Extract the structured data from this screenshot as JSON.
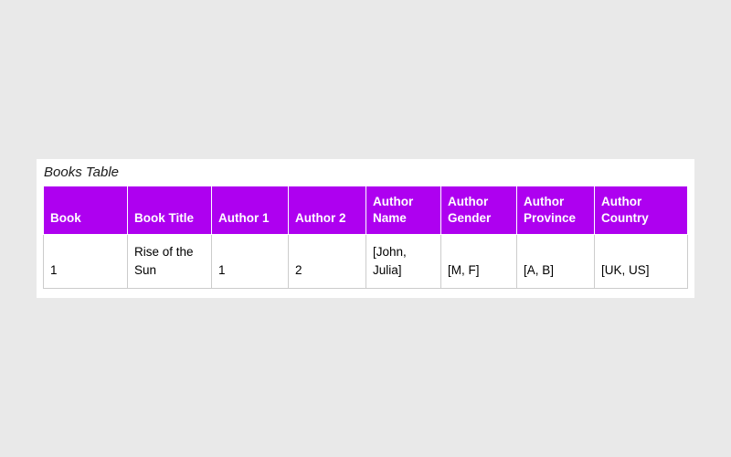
{
  "page": {
    "background_color": "#e9e9e9",
    "panel_background_color": "#ffffff"
  },
  "table": {
    "title": "Books Table",
    "header_background": "#ae00f0",
    "header_text_color": "#ffffff",
    "cell_border_color": "#cccccc",
    "columns": [
      "Book",
      "Book Title",
      "Author 1",
      "Author 2",
      "Author Name",
      "Author Gender",
      "Author Province",
      "Author Country"
    ],
    "rows": [
      [
        "1",
        "Rise of the Sun",
        "1",
        "2",
        "[John, Julia]",
        "[M, F]",
        "[A, B]",
        "[UK, US]"
      ]
    ]
  }
}
